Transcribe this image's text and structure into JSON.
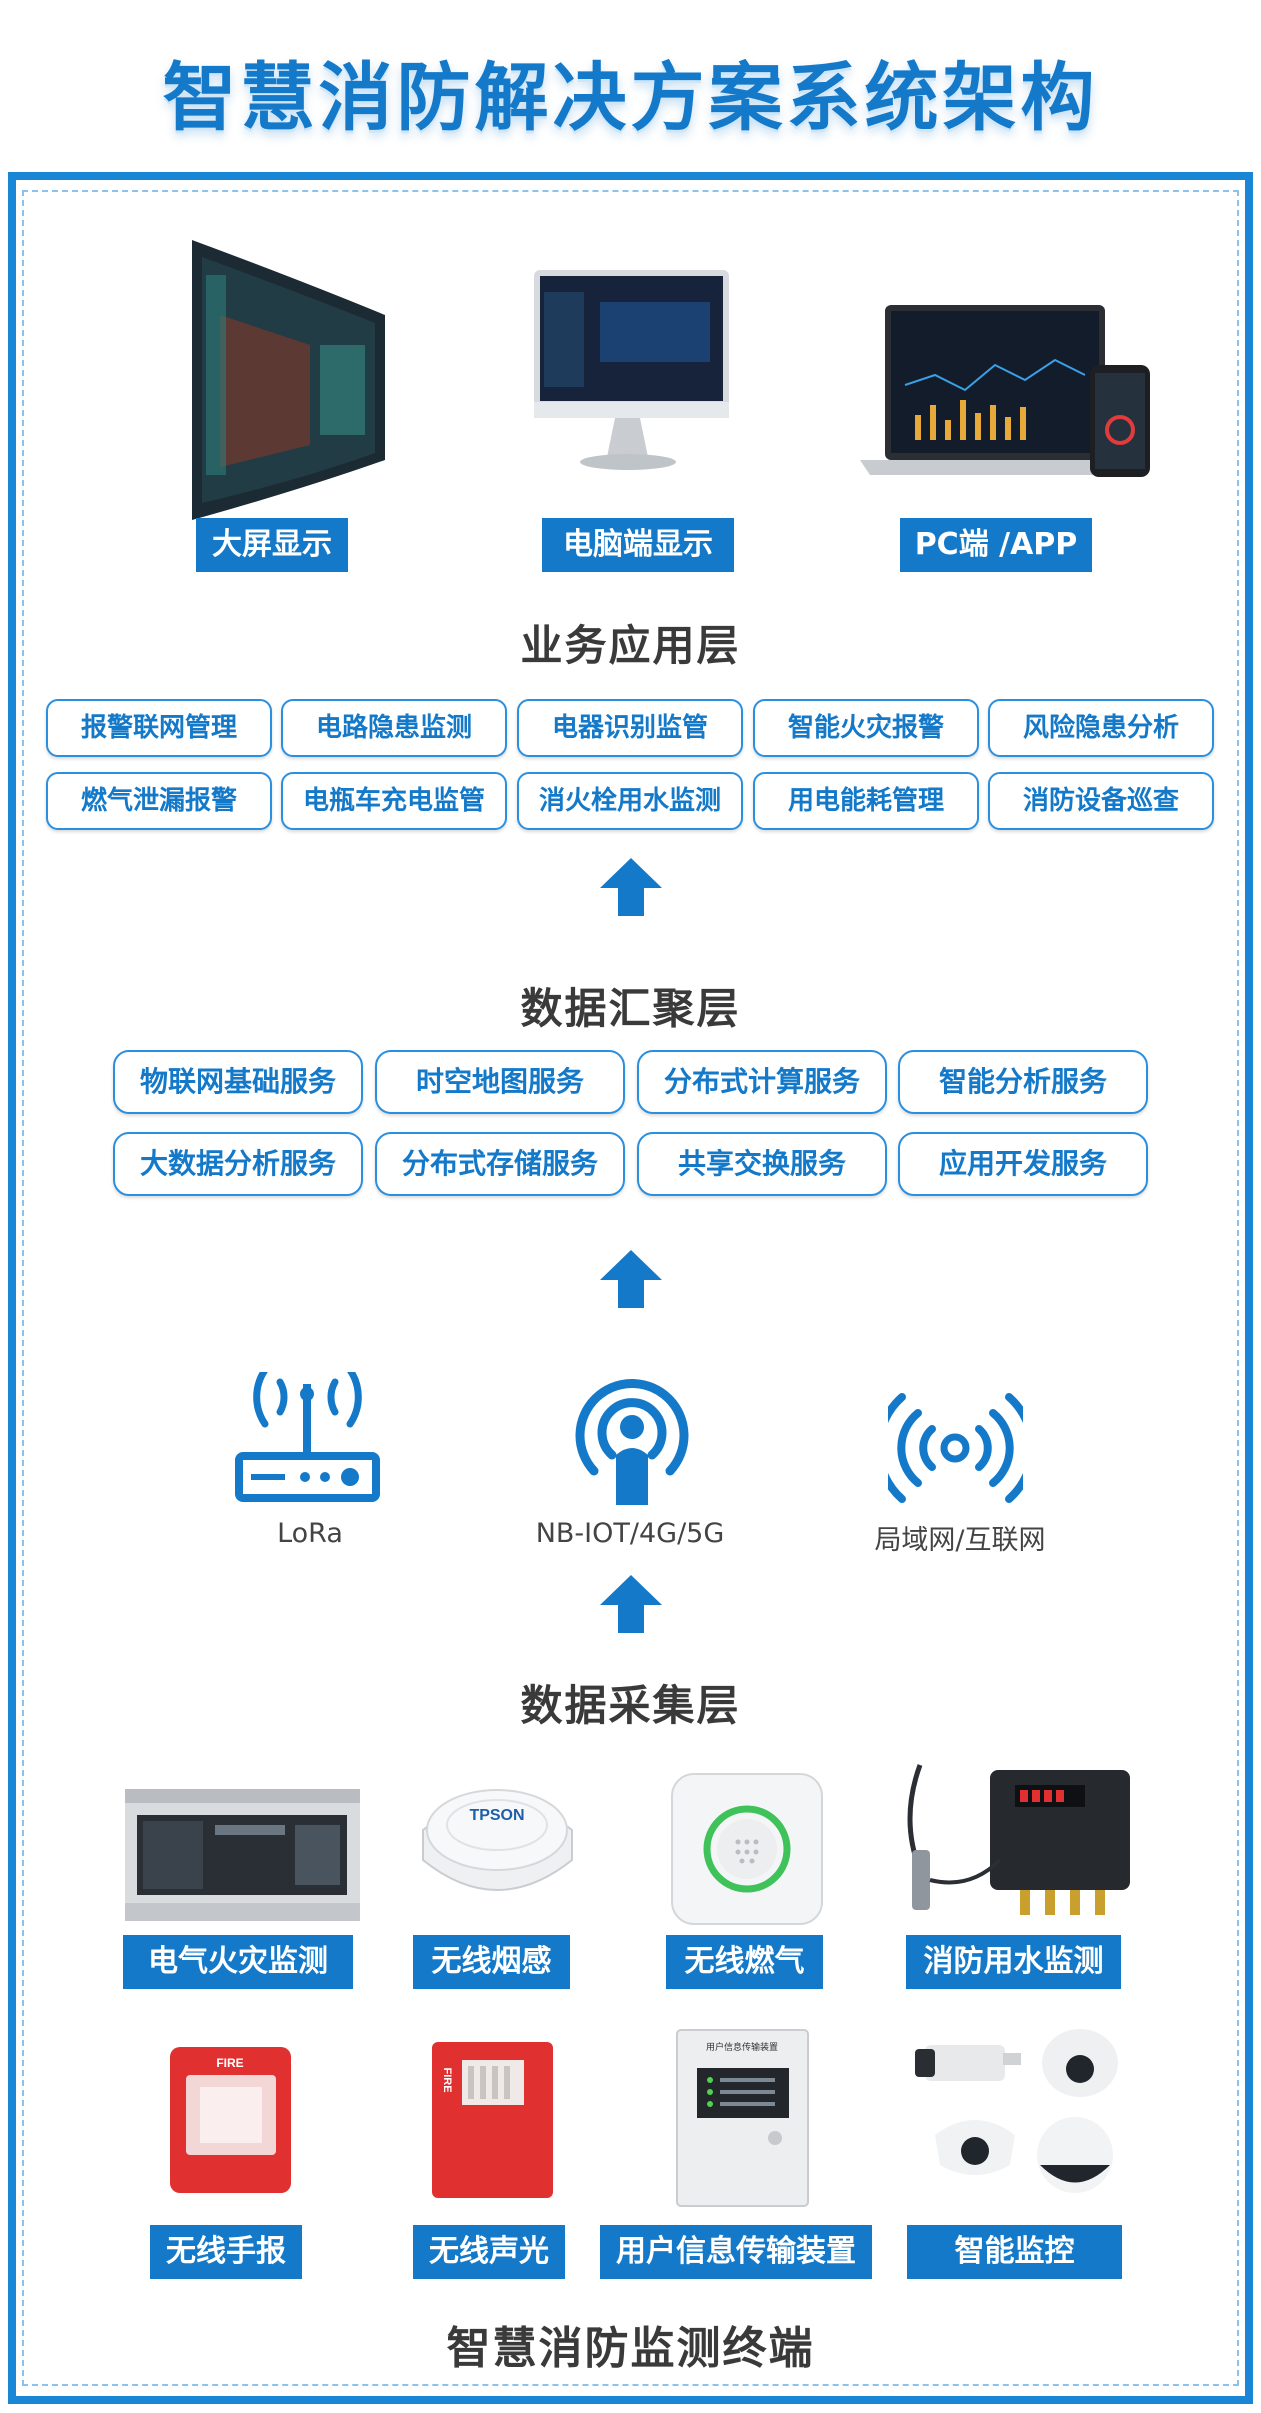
{
  "title": "智慧消防解决方案系统架构",
  "displays": [
    {
      "label": "大屏显示",
      "icon": "curved-screen-icon"
    },
    {
      "label": "电脑端显示",
      "icon": "desktop-monitor-icon"
    },
    {
      "label": "PC端 /APP",
      "icon": "laptop-phone-icon"
    }
  ],
  "business_layer": {
    "title": "业务应用层",
    "items": [
      "报警联网管理",
      "电路隐患监测",
      "电器识别监管",
      "智能火灾报警",
      "风险隐患分析",
      "燃气泄漏报警",
      "电瓶车充电监管",
      "消火栓用水监测",
      "用电能耗管理",
      "消防设备巡查"
    ]
  },
  "data_layer": {
    "title": "数据汇聚层",
    "items": [
      "物联网基础服务",
      "时空地图服务",
      "分布式计算服务",
      "智能分析服务",
      "大数据分析服务",
      "分布式存储服务",
      "共享交换服务",
      "应用开发服务"
    ]
  },
  "network": [
    {
      "label": "LoRa",
      "icon": "lora-router-icon"
    },
    {
      "label": "NB-IOT/4G/5G",
      "icon": "nb-iot-signal-icon"
    },
    {
      "label": "局域网/互联网",
      "icon": "wireless-broadcast-icon"
    }
  ],
  "collection_layer": {
    "title": "数据采集层",
    "devices": [
      {
        "label": "电气火灾监测",
        "icon": "electrical-monitor-device-icon"
      },
      {
        "label": "无线烟感",
        "icon": "smoke-detector-icon",
        "image_text": "TPSON"
      },
      {
        "label": "无线燃气",
        "icon": "gas-detector-icon"
      },
      {
        "label": "消防用水监测",
        "icon": "water-pressure-sensor-icon"
      },
      {
        "label": "无线手报",
        "icon": "manual-alarm-icon",
        "image_text": "FIRE"
      },
      {
        "label": "无线声光",
        "icon": "sound-light-alarm-icon",
        "image_text": "FIRE"
      },
      {
        "label": "用户信息传输装置",
        "icon": "info-transmission-device-icon",
        "image_text": "用户信息传输装置"
      },
      {
        "label": "智能监控",
        "icon": "cctv-camera-icon"
      }
    ]
  },
  "footer": "智慧消防监测终端",
  "colors": {
    "primary": "#1479c9",
    "border": "#1a86d6",
    "pill_border": "#2b8fe0",
    "alarm_red": "#e0302f"
  }
}
